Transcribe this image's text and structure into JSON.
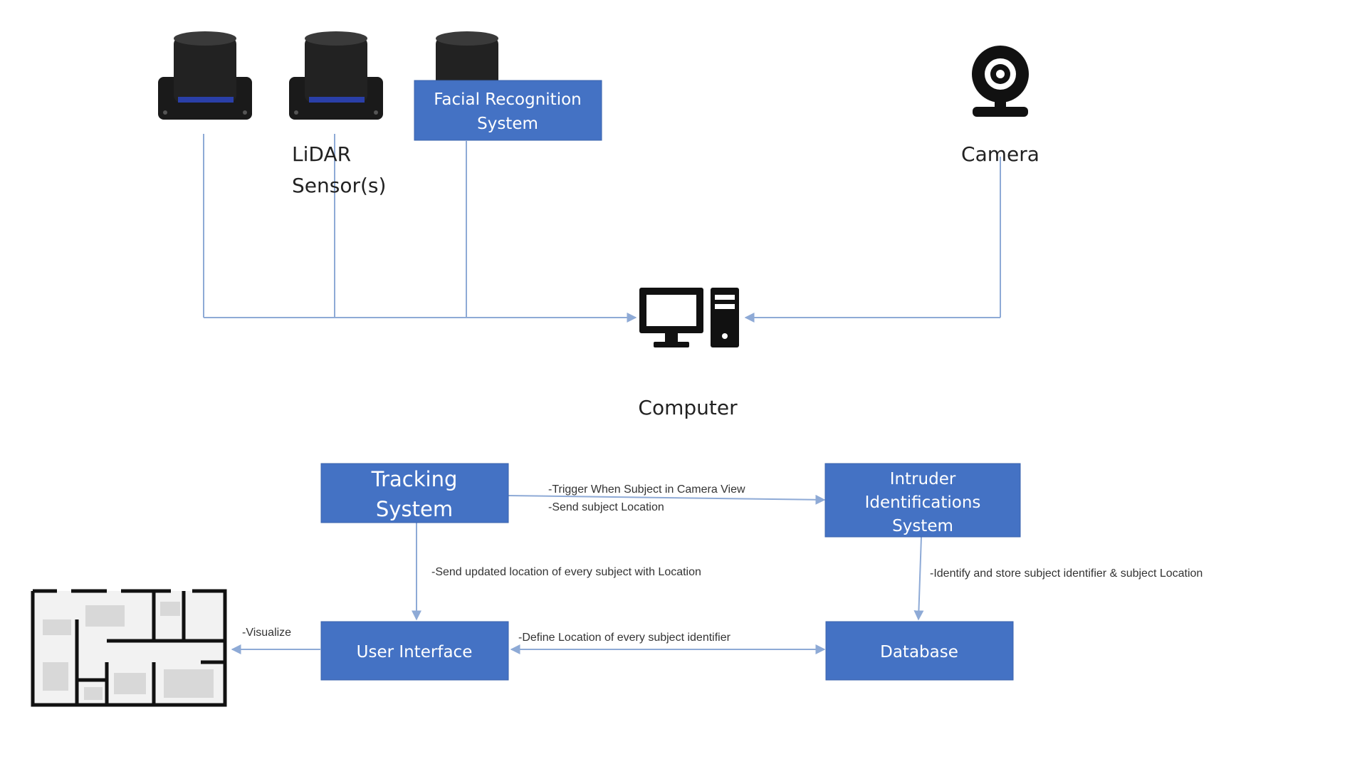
{
  "colors": {
    "box_fill": "#4472c4",
    "box_border": "#3a63ad",
    "line": "#8eaad6",
    "text": "#222222",
    "icon": "#111111"
  },
  "nodes": {
    "facial_recognition": {
      "lines": [
        "Facial Recognition",
        "System"
      ]
    },
    "lidar": {
      "lines": [
        "LiDAR",
        "Sensor(s)"
      ],
      "icon": "lidar-sensor-icon"
    },
    "camera": {
      "label": "Camera",
      "icon": "webcam-icon"
    },
    "computer": {
      "label": "Computer",
      "icon": "desktop-computer-icon"
    },
    "tracking": {
      "lines": [
        "Tracking",
        "System"
      ]
    },
    "intruder": {
      "lines": [
        "Intruder",
        "Identifications",
        "System"
      ]
    },
    "ui": {
      "label": "User Interface"
    },
    "database": {
      "label": "Database"
    },
    "floorplan": {
      "icon": "floor-plan-icon"
    }
  },
  "edges": {
    "tracking_to_intruder": [
      "-Trigger When Subject in Camera View",
      "-Send subject Location"
    ],
    "tracking_to_ui": "-Send updated location of every subject with Location",
    "intruder_to_db": "-Identify and store subject identifier & subject Location",
    "ui_db": "-Define Location of every subject identifier",
    "ui_to_floorplan": "-Visualize"
  }
}
